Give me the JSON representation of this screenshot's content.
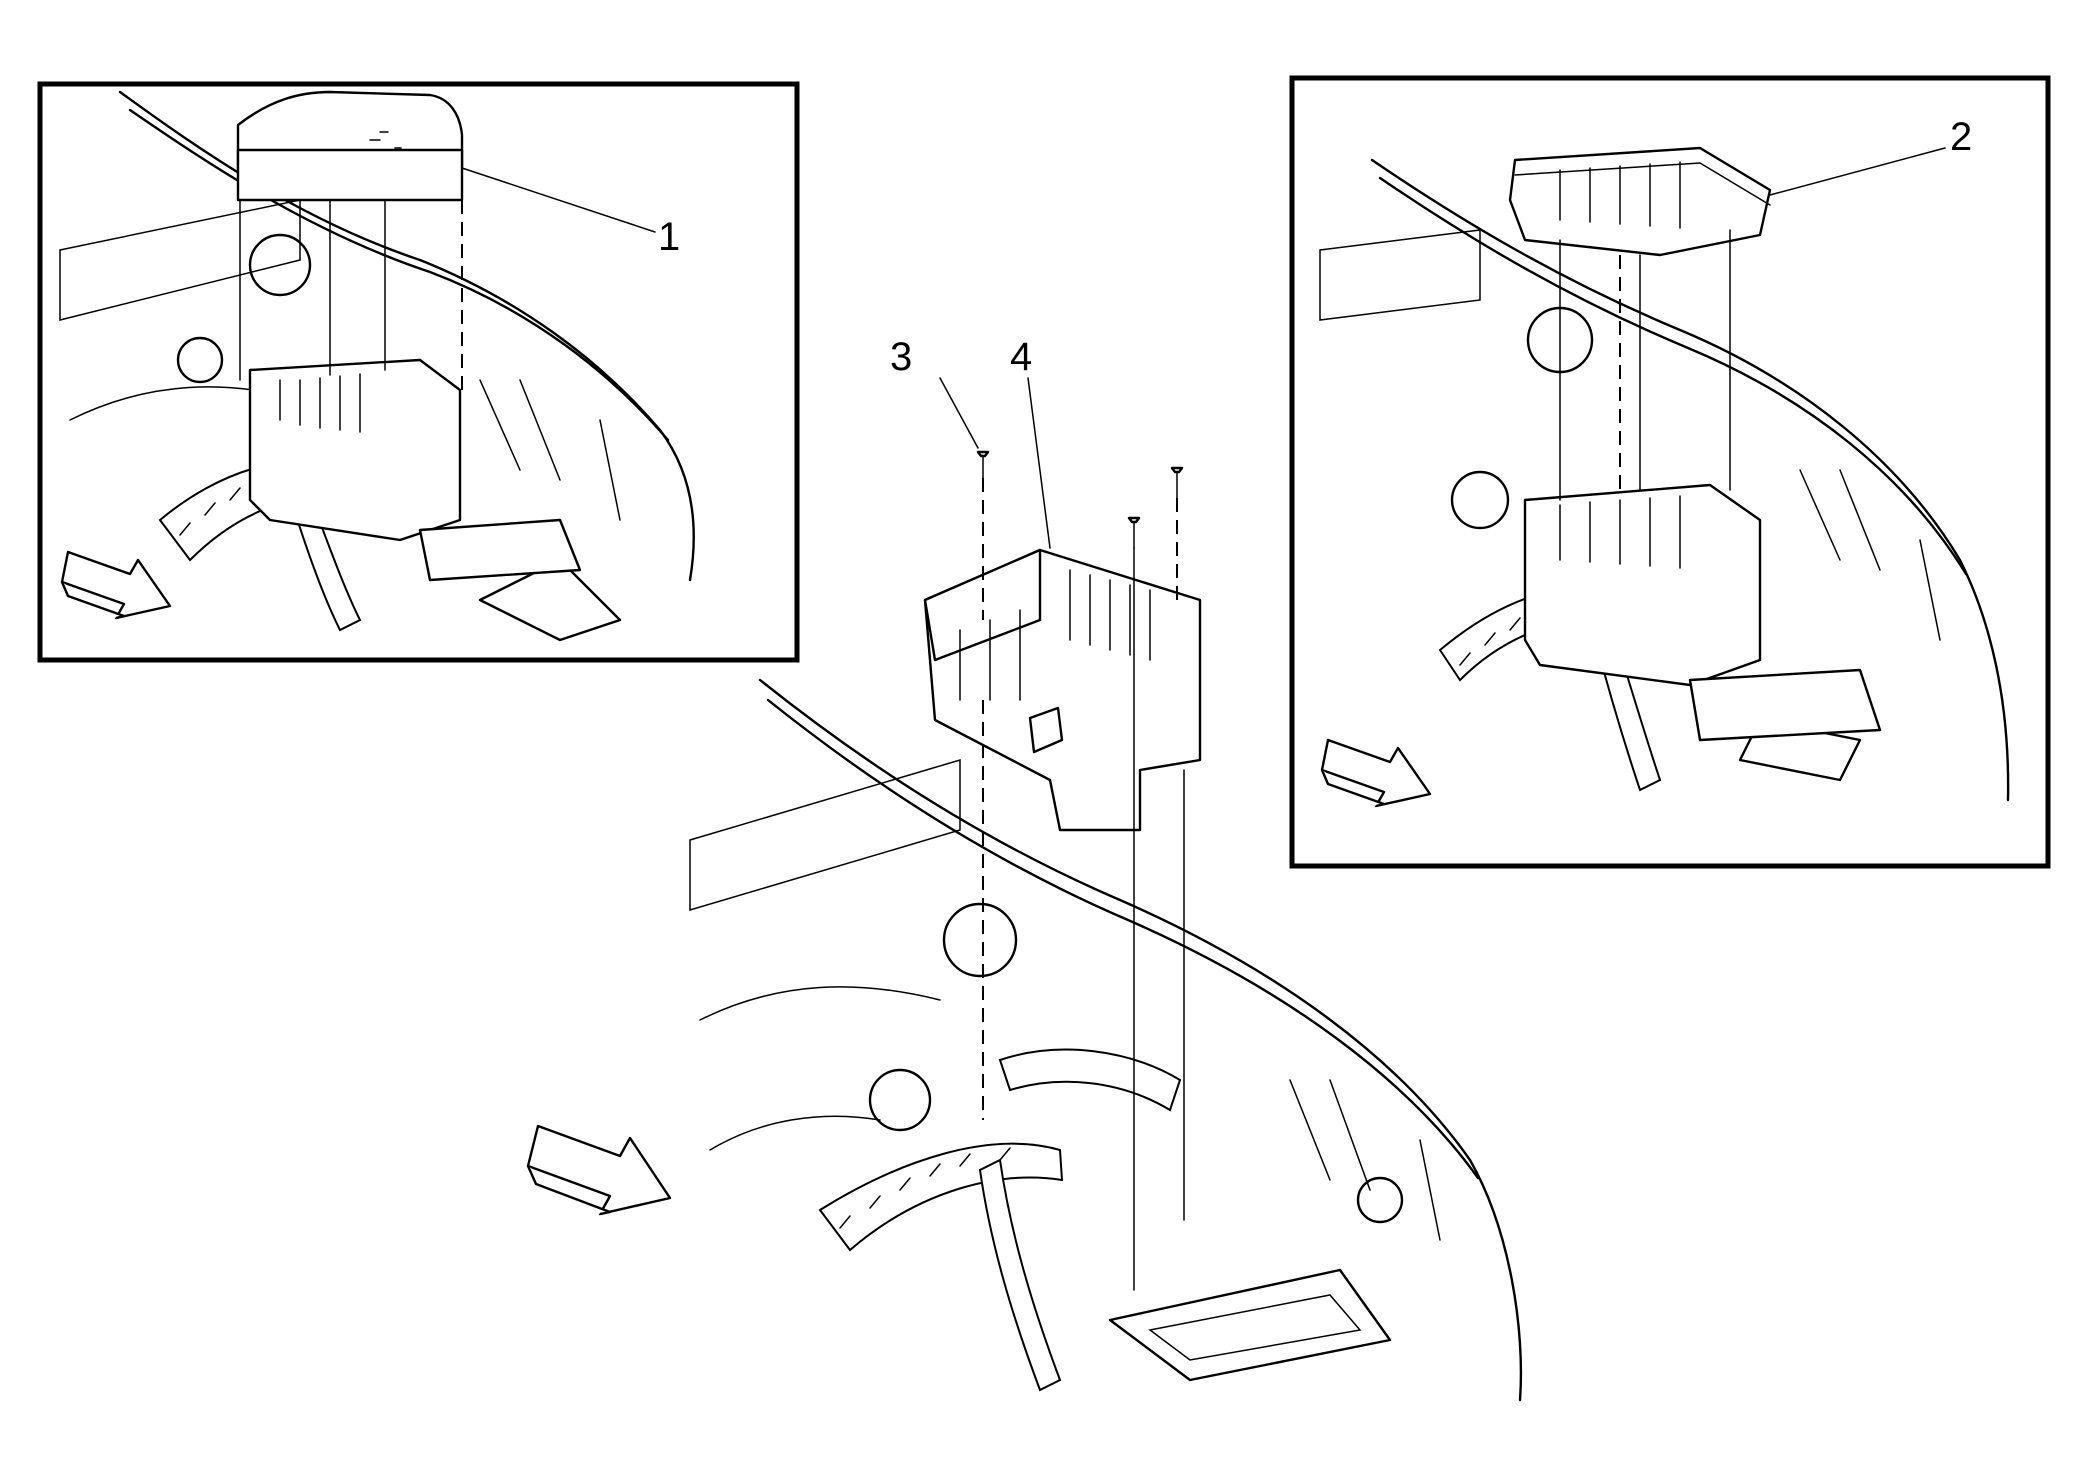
{
  "callouts": {
    "c1": "1",
    "c2": "2",
    "c3": "3",
    "c4": "4"
  },
  "icons": {
    "direction_arrow": "front-of-vehicle-arrow-icon"
  }
}
